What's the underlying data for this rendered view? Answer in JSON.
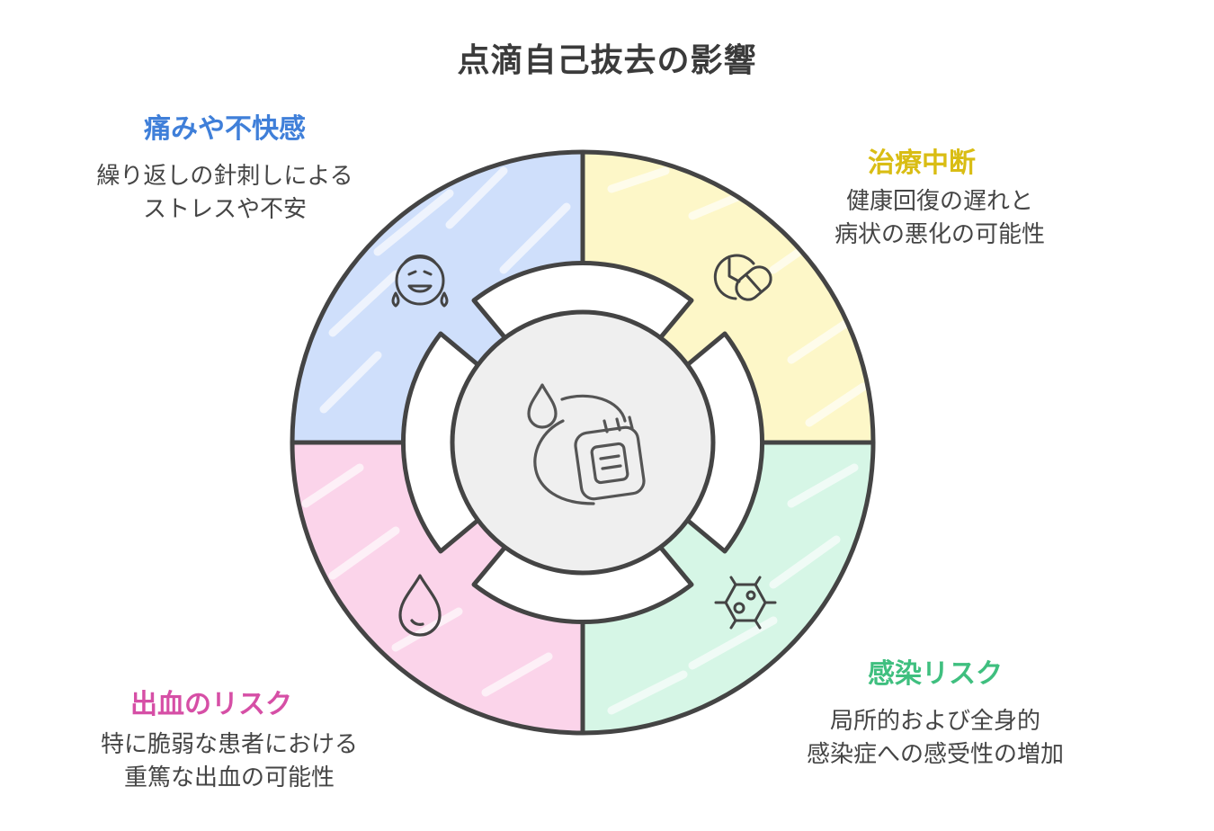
{
  "title": "点滴自己抜去の影響",
  "colors": {
    "pain": "#3f7fd9",
    "treatment": "#d9bd14",
    "infection": "#3fbf7f",
    "bleeding": "#d64fa6",
    "pain_fill": "#cfdffb",
    "treatment_fill": "#fdf7c8",
    "infection_fill": "#d6f6e6",
    "bleeding_fill": "#fbd4ea",
    "center_fill": "#efefef",
    "stroke": "#444444"
  },
  "segments": {
    "pain": {
      "label": "痛みや不快感",
      "lines": [
        "繰り返しの針刺しによる",
        "ストレスや不安"
      ],
      "icon": "crying-face-icon"
    },
    "treatment": {
      "label": "治療中断",
      "lines": [
        "健康回復の遅れと",
        "病状の悪化の可能性"
      ],
      "icon": "clock-pill-icon"
    },
    "infection": {
      "label": "感染リスク",
      "lines": [
        "局所的および全身的",
        "感染症への感受性の増加"
      ],
      "icon": "bacteria-icon"
    },
    "bleeding": {
      "label": "出血のリスク",
      "lines": [
        "特に脆弱な患者における",
        "重篤な出血の可能性"
      ],
      "icon": "blood-drop-icon"
    }
  },
  "center": {
    "icon": "iv-drip-bag-icon"
  }
}
